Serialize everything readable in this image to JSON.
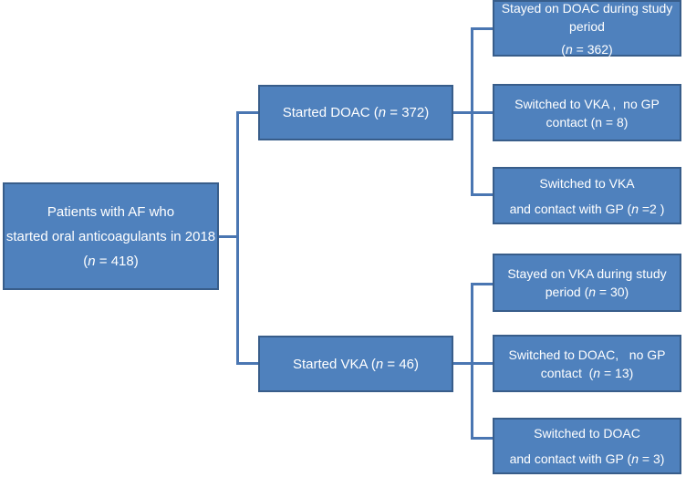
{
  "figure": {
    "type": "flowchart",
    "description": "Flow diagram of patients with AF starting oral anticoagulants in 2018, split by DOAC vs VKA start and subsequent switching / GP contact"
  },
  "colors": {
    "box_fill": "#4f81bd",
    "box_border": "#385d8a",
    "connector": "#4a76b2",
    "text": "#ffffff",
    "background": "#ffffff"
  },
  "nodes": {
    "root": {
      "line1": "Patients with AF who",
      "line2": "started oral anticoagulants in 2018",
      "n_pre": "(",
      "n_var": "n",
      "n_post": " = 418)"
    },
    "started_doac": {
      "pre": "Started DOAC (",
      "n_var": "n",
      "post": " = 372)"
    },
    "started_vka": {
      "pre": "Started VKA (",
      "n_var": "n",
      "post": " = 46)"
    },
    "stayed_doac": {
      "line1": "Stayed on DOAC during study",
      "line2": "period",
      "n_pre": "(",
      "n_var": "n",
      "n_post": " = 362)"
    },
    "switched_vka_no_gp": {
      "line1": "Switched to VKA ,  no GP",
      "line2": "contact (n = 8)"
    },
    "switched_vka_gp": {
      "line1": "Switched to VKA",
      "pre": "and contact with GP (",
      "n_var": "n",
      "post": " =2 )"
    },
    "stayed_vka": {
      "line1": "Stayed on VKA during study",
      "pre": "period (",
      "n_var": "n",
      "post": " = 30)"
    },
    "switched_doac_no_gp": {
      "line1": "Switched to DOAC,   no GP",
      "pre": "contact  (",
      "n_var": "n",
      "post": " = 13)"
    },
    "switched_doac_gp": {
      "line1": "Switched to DOAC",
      "pre": "and contact with GP (",
      "n_var": "n",
      "post": " = 3)"
    }
  }
}
